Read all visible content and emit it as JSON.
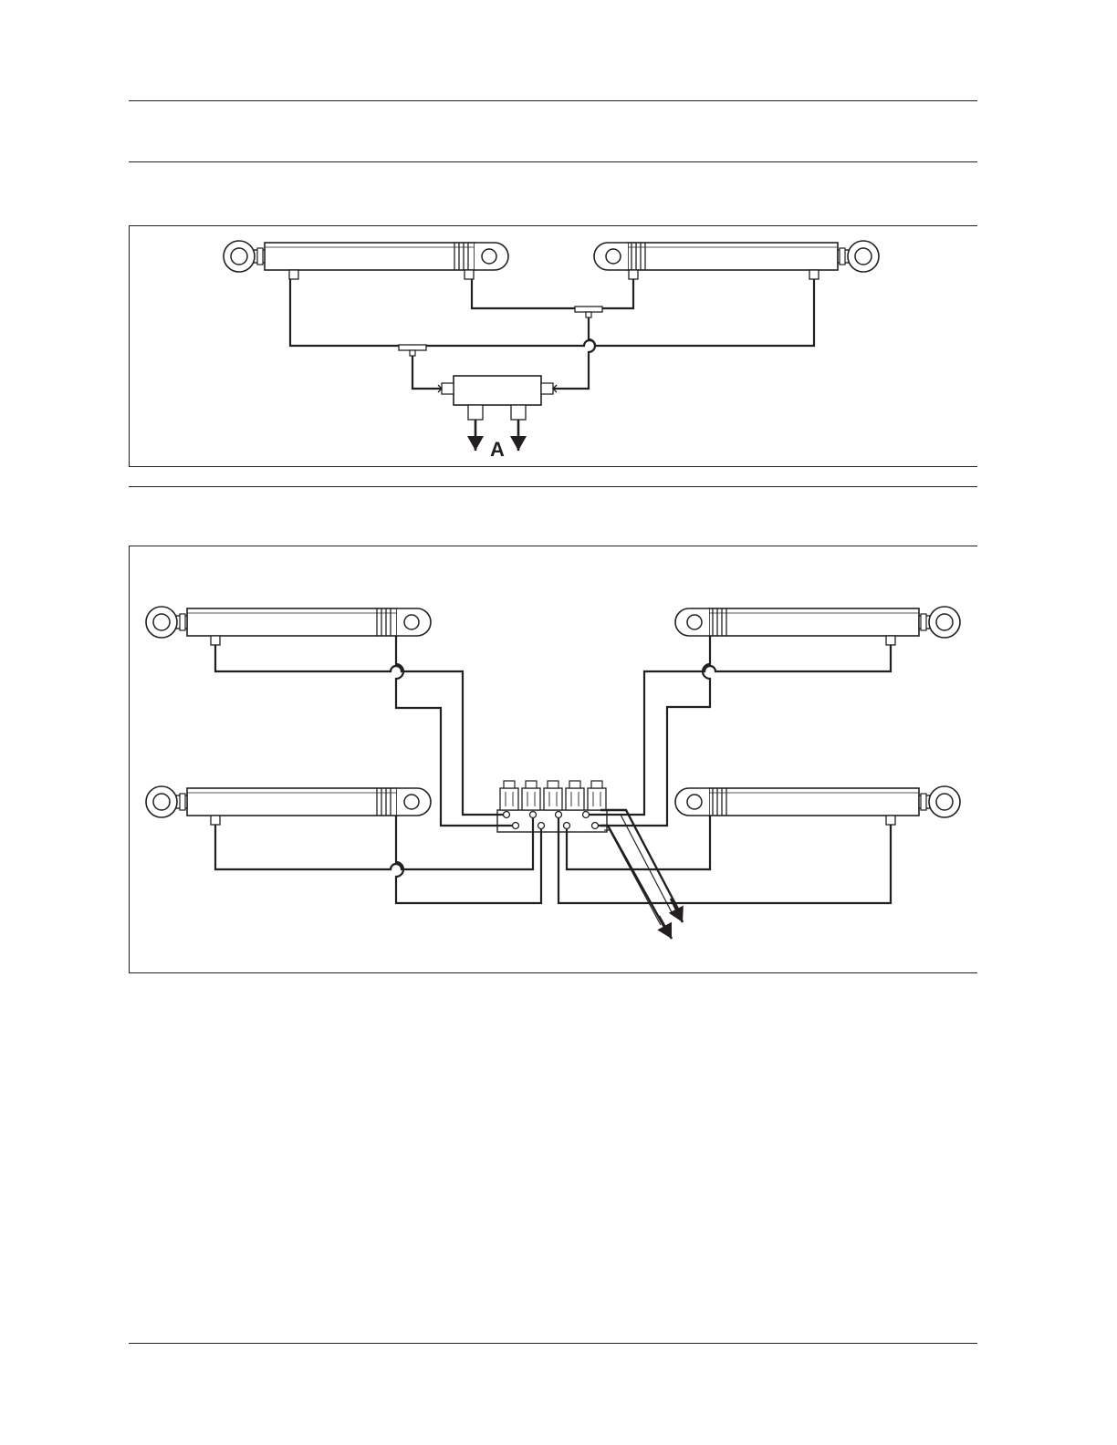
{
  "page": {
    "header_rules": [
      "top",
      "middle",
      "separator",
      "footer"
    ]
  },
  "figure1": {
    "label_a": "A",
    "cylinders": [
      "cylinder-left",
      "cylinder-right"
    ],
    "components": [
      "tee-fitting-upper",
      "tee-fitting-lower",
      "control-valve-block",
      "output-arrow-left",
      "output-arrow-right"
    ]
  },
  "figure2": {
    "cylinders": [
      "cylinder-top-left",
      "cylinder-top-right",
      "cylinder-bottom-left",
      "cylinder-bottom-right"
    ],
    "components": [
      "manifold-block",
      "output-arrow-left",
      "output-arrow-right"
    ]
  },
  "colors": {
    "ink": "#231f20",
    "cylinder_fill": "#ffffff"
  }
}
